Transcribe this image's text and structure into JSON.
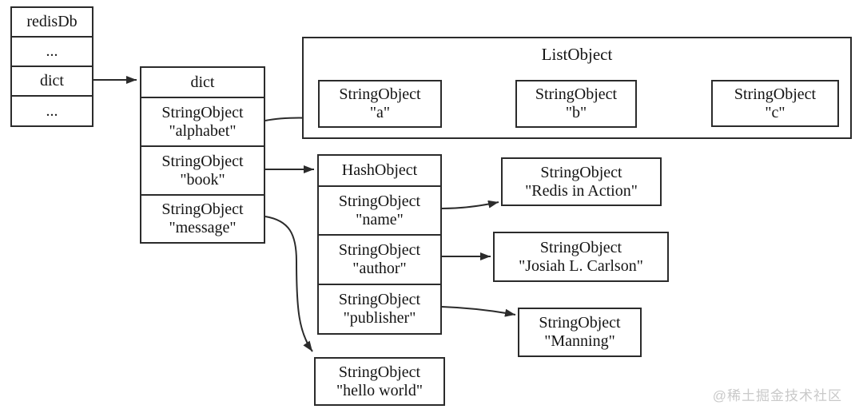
{
  "watermark": "@稀土掘金技术社区",
  "colors": {
    "line": "#2b2b2b",
    "text": "#141414",
    "background": "#ffffff",
    "watermark": "#c9c9c9"
  },
  "diagram": {
    "redisdb": {
      "rows": [
        "redisDb",
        "...",
        "dict",
        "..."
      ]
    },
    "dict": {
      "header": "dict",
      "entries": [
        {
          "type": "StringObject",
          "value": "\"alphabet\""
        },
        {
          "type": "StringObject",
          "value": "\"book\""
        },
        {
          "type": "StringObject",
          "value": "\"message\""
        }
      ]
    },
    "list": {
      "title": "ListObject",
      "items": [
        {
          "type": "StringObject",
          "value": "\"a\""
        },
        {
          "type": "StringObject",
          "value": "\"b\""
        },
        {
          "type": "StringObject",
          "value": "\"c\""
        }
      ]
    },
    "hash": {
      "header": "HashObject",
      "entries": [
        {
          "type": "StringObject",
          "value": "\"name\""
        },
        {
          "type": "StringObject",
          "value": "\"author\""
        },
        {
          "type": "StringObject",
          "value": "\"publisher\""
        }
      ]
    },
    "values": {
      "name_value": {
        "type": "StringObject",
        "value": "\"Redis in Action\""
      },
      "author_value": {
        "type": "StringObject",
        "value": "\"Josiah L. Carlson\""
      },
      "publisher_value": {
        "type": "StringObject",
        "value": "\"Manning\""
      },
      "message_value": {
        "type": "StringObject",
        "value": "\"hello world\""
      }
    }
  }
}
